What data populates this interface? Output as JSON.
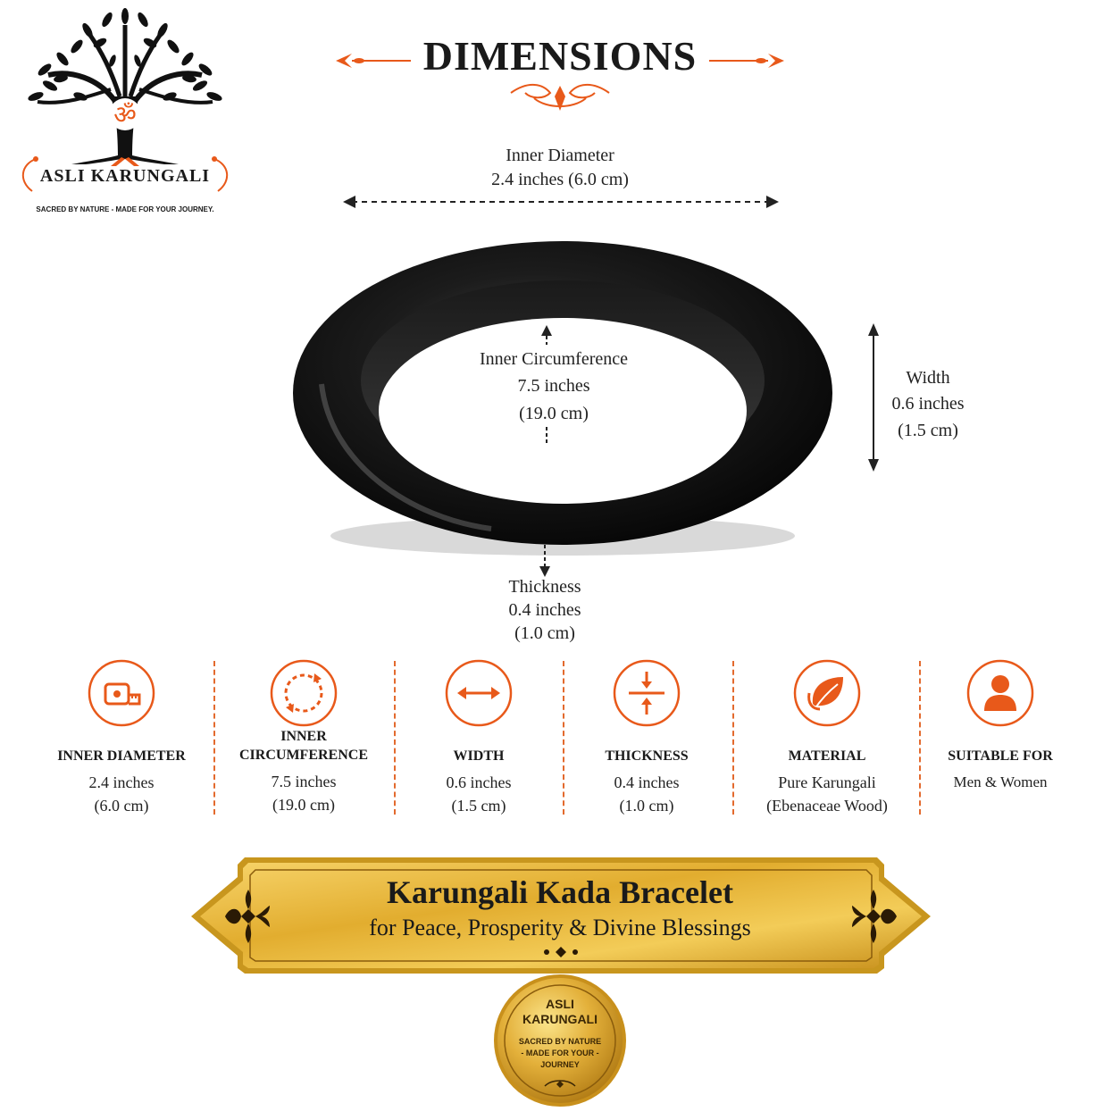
{
  "brand": {
    "name": "ASLI KARUNGALI",
    "tagline": "SACRED BY NATURE - MADE FOR YOUR JOURNEY.",
    "logo_icon": "tree-om-icon",
    "colors": {
      "accent": "#e8591a",
      "gold": "#c8961e",
      "dark": "#1a1a1a"
    }
  },
  "header": {
    "title": "DIMENSIONS"
  },
  "measurements": {
    "inner_diameter": {
      "label": "Inner Diameter",
      "value": "2.4 inches (6.0 cm)"
    },
    "inner_circumference": {
      "label": "Inner Circumference",
      "value_in": "7.5 inches",
      "value_cm": "(19.0 cm)"
    },
    "width": {
      "label": "Width",
      "value_in": "0.6 inches",
      "value_cm": "(1.5 cm)"
    },
    "thickness": {
      "label": "Thickness",
      "value_in": "0.4 inches",
      "value_cm": "(1.0 cm)"
    }
  },
  "features": [
    {
      "icon": "measuring-tape-icon",
      "title_lines": [
        "INNER DIAMETER"
      ],
      "value_lines": [
        "2.4 inches",
        "(6.0 cm)"
      ]
    },
    {
      "icon": "circular-arrows-icon",
      "title_lines": [
        "INNER",
        "CIRCUMFERENCE"
      ],
      "value_lines": [
        "7.5 inches",
        "(19.0 cm)"
      ]
    },
    {
      "icon": "horizontal-arrows-icon",
      "title_lines": [
        "WIDTH"
      ],
      "value_lines": [
        "0.6 inches",
        "(1.5 cm)"
      ]
    },
    {
      "icon": "thickness-arrows-icon",
      "title_lines": [
        "THICKNESS"
      ],
      "value_lines": [
        "0.4 inches",
        "(1.0 cm)"
      ]
    },
    {
      "icon": "leaf-icon",
      "title_lines": [
        "MATERIAL"
      ],
      "value_lines": [
        "Pure Karungali",
        "(Ebenaceae Wood)"
      ]
    },
    {
      "icon": "person-icon",
      "title_lines": [
        "SUITABLE FOR"
      ],
      "value_lines": [
        "Men & Women"
      ]
    }
  ],
  "banner": {
    "title": "Karungali Kada Bracelet",
    "subtitle": "for Peace, Prosperity & Divine Blessings"
  },
  "seal": {
    "line1": "ASLI",
    "line2": "KARUNGALI",
    "line3": "SACRED BY NATURE",
    "line4": "- MADE FOR YOUR -",
    "line5": "JOURNEY"
  }
}
